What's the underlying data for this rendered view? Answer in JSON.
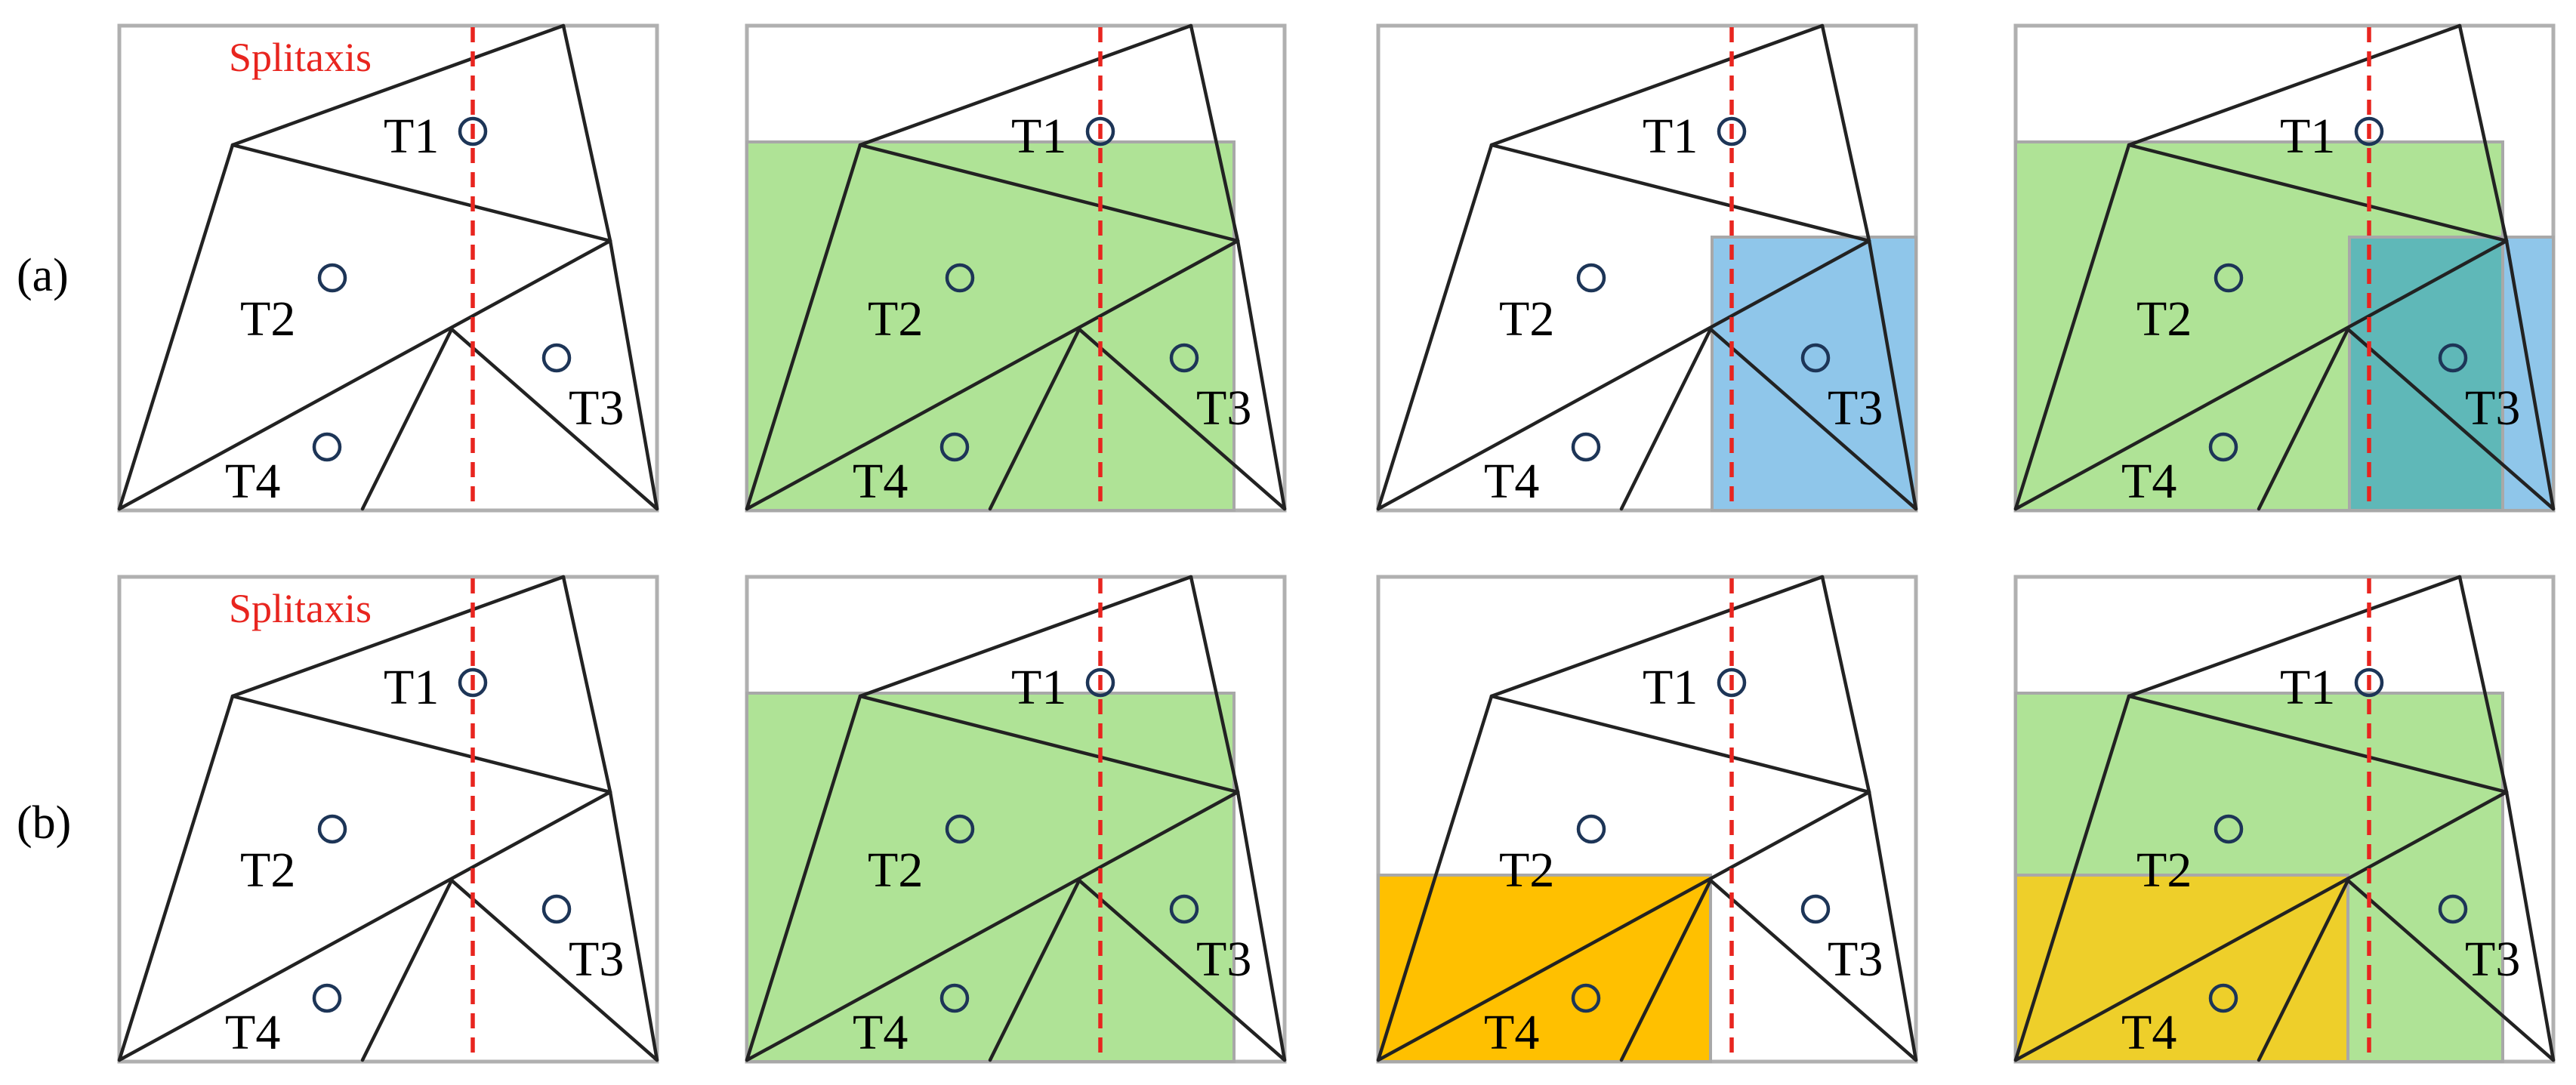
{
  "row_labels": {
    "a": "(a)",
    "b": "(b)"
  },
  "split_axis_label": "Splitaxis",
  "triangles": [
    {
      "id": "t1",
      "label": "T1"
    },
    {
      "id": "t2",
      "label": "T2"
    },
    {
      "id": "t3",
      "label": "T3"
    },
    {
      "id": "t4",
      "label": "T4"
    }
  ],
  "colors": {
    "split_axis": "#e8251f",
    "bounding_box_parent": "#afe396",
    "bounding_box_t3": "#8fc6ea",
    "bounding_box_t4": "#ffc000",
    "overlap_green_blue": "#5fb8b8",
    "overlap_green_yellow": "#eecf2a",
    "frame": "#b0b0b0",
    "edge": "#222222",
    "centroid_marker": "#1d3557"
  },
  "panels": [
    {
      "row": "a",
      "column": 1,
      "boxes": [],
      "split_label": true
    },
    {
      "row": "a",
      "column": 2,
      "boxes": [
        "parent"
      ],
      "split_label": false
    },
    {
      "row": "a",
      "column": 3,
      "boxes": [
        "t3"
      ],
      "split_label": false
    },
    {
      "row": "a",
      "column": 4,
      "boxes": [
        "parent",
        "t3"
      ],
      "split_label": false
    },
    {
      "row": "b",
      "column": 1,
      "boxes": [],
      "split_label": true
    },
    {
      "row": "b",
      "column": 2,
      "boxes": [
        "parent"
      ],
      "split_label": false
    },
    {
      "row": "b",
      "column": 3,
      "boxes": [
        "t4"
      ],
      "split_label": false
    },
    {
      "row": "b",
      "column": 4,
      "boxes": [
        "parent",
        "t4"
      ],
      "split_label": false
    }
  ]
}
